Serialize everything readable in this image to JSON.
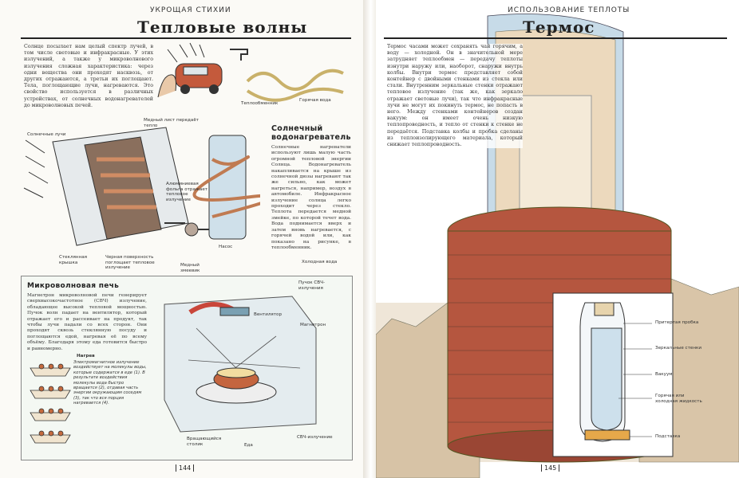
{
  "left_page": {
    "running_head": "УКРОЩАЯ СТИХИИ",
    "title": "Тепловые волны",
    "intro": "Солнце посылает нам целый спектр лучей, в том числе световые и инфракрасные. У этих излучений, а также у микроволнового излучения сложная характеристика: через одни вещества они проходят насквозь, от других отражаются, а третьи их поглощают. Тела, поглощающие лучи, нагреваются. Это свойство используется в различных устройствах, от солнечных водонагревателей до микроволновых печей.",
    "heater_title": "Солнечный водонагреватель",
    "heater_text": "Солнечные нагреватели используют лишь малую часть огромной тепловой энергии Солнца. Водонагреватель накапливается на крыше из солнечной дюзы нагревают так же сильно, как может нагреться, например, воздух в автомобиле. Инфракрасное излучение солнца легко проходит через стекло. Теплота передается медной змейке, по которой течет вода. Вода поднимается вверх и затем вновь нагревается, с горячей водой или, как показано на рисунке, в теплообменник.",
    "labels": {
      "sun_rays": "Солнечные лучи",
      "copper_sheet": "Медный лист передаёт тепло",
      "heat_exchanger": "Теплообменник",
      "hot_water": "Горячая вода",
      "aluminum_foil": "Алюминиевая фольга отражает тепловое излучение",
      "pump": "Насос",
      "glass_cover": "Стеклянная крышка",
      "black_surface": "Черная поверхность поглощает тепловое излучение",
      "copper_coil": "Медный змеевик",
      "cold_water": "Холодная вода"
    },
    "micro_title": "Микроволновая печь",
    "micro_text": "Магнетрон микроволновой печи генерирует сверхвысокочастотное (СВЧ) излучение, обладающее высокой тепловой мощностью. Пучок волн падает на вентилятор, который отражает его и рассеивает на продукт, так чтобы лучи падали со всех сторон. Они проходят сквозь стеклянную посуду и поглощаются едой, нагревая её по всему объёму. Благодаря этому еда готовится быстро и равномерно.",
    "heat_caption": "Нагрев",
    "heat_text": "Электромагнитное излучение воздействует на молекулы воды, которые содержатся в еде (1). В результате воздействия молекулы вода быстро вращается (2), отдавая часть энергии окружающим соседям (3), так что вся порция нагревается (4).",
    "micro_labels": {
      "beam": "Пучок СВЧ-излучения",
      "fan": "Вентилятор",
      "magnetron": "Магнетрон",
      "turntable": "Вращающийся столик",
      "food": "Еда",
      "microwave": "СВЧ-излучение"
    },
    "page_number": "144"
  },
  "right_page": {
    "running_head": "ИСПОЛЬЗОВАНИЕ ТЕПЛОТЫ",
    "title": "Термос",
    "text": "Термос часами может сохранять чай горячим, а воду — холодной. Он в значительной мере затрудняет теплообмен — передачу теплоты изнутри наружу или, наоборот, снаружи внутрь колбы. Внутри термос представляет собой контейнер с двойными стенками из стекла или стали. Внутренним зеркальные стенки отражают тепловое излучение (так же, как зеркало отражает световые лучи), так что инфракрасные лучи не могут их покинуть термос, не попасть в него. Между стенками контейнеров создан вакуум: он имеет очень низкую теплопроводность, и тепло от стенки к стенке не передаётся. Подставка колбы и пробка сделаны из теплоизолирующего материала, который снижает теплопроводность.",
    "labels": {
      "cork": "Притертая пробка",
      "mirror_walls": "Зеркальные стенки",
      "vacuum": "Вакуум",
      "liquid": "Горячая или холодная жидкость",
      "stand": "Подставка"
    },
    "page_number": "145"
  },
  "colors": {
    "brick": "#b5563f",
    "sky": "#c7dbe8",
    "copper": "#c07b52",
    "foil": "#c9c9c9",
    "green_panel": "#eef3ee"
  }
}
